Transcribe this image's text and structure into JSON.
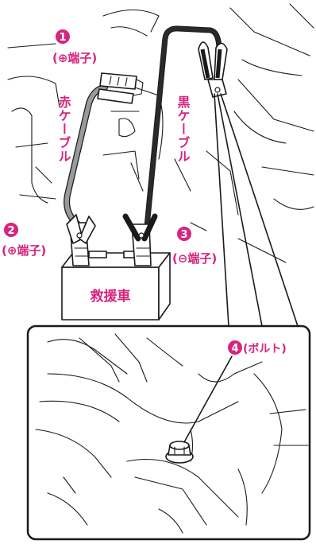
{
  "callouts": {
    "c1": {
      "number": "1",
      "label": "(⊕端子)"
    },
    "c2": {
      "number": "2",
      "label": "(⊕端子)"
    },
    "c3": {
      "number": "3",
      "label": "(⊖端子)"
    },
    "c4": {
      "number": "4",
      "label": "(ボルト)"
    }
  },
  "cables": {
    "red": "赤ケーブル",
    "black": "黒ケーブル"
  },
  "battery": {
    "label": "救援車"
  },
  "colors": {
    "accent": "#d6257f",
    "outline": "#1a1a1a",
    "cable_black": "#2a2a2a",
    "cable_red": "#8a8a8a"
  }
}
